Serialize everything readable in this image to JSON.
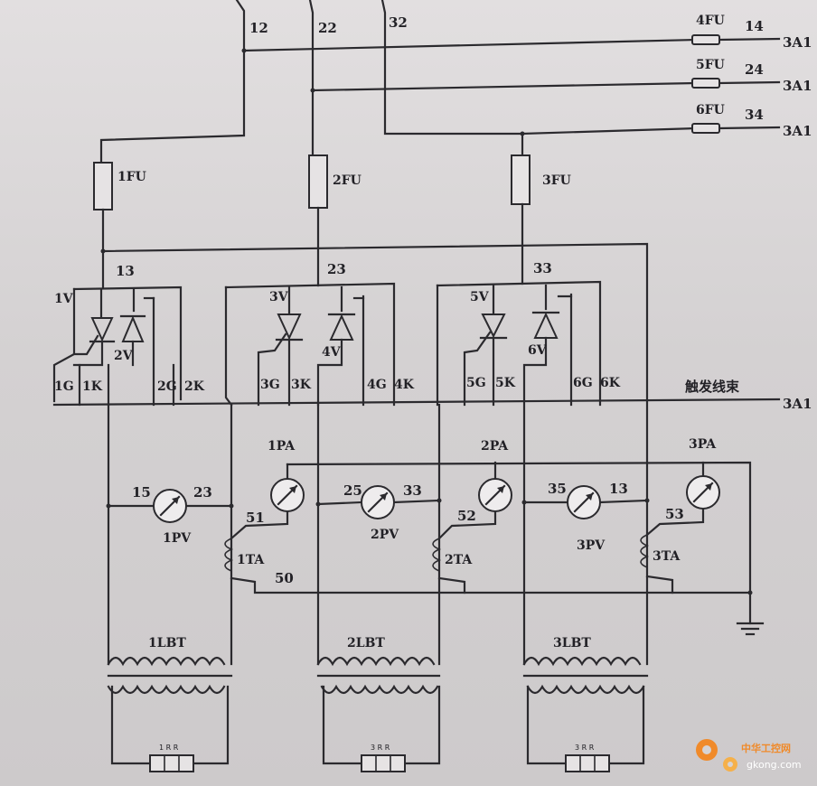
{
  "diagram": {
    "wire_numbers": {
      "w12": "12",
      "w22": "22",
      "w32": "32",
      "w14": "14",
      "w24": "24",
      "w34": "34",
      "w13a": "13",
      "w23a": "23",
      "w33": "33",
      "w15": "15",
      "w23b": "23",
      "w25": "25",
      "w33b": "33",
      "w35": "35",
      "w13b": "13",
      "w51": "51",
      "w52": "52",
      "w53": "53",
      "w50": "50"
    },
    "terminals": {
      "t1": "3A1",
      "t2": "3A1",
      "t3": "3A1",
      "t4": "3A1"
    },
    "fuses": [
      "1FU",
      "2FU",
      "3FU",
      "4FU",
      "5FU",
      "6FU"
    ],
    "thyristors": [
      "1V",
      "2V",
      "3V",
      "4V",
      "5V",
      "6V"
    ],
    "gate_labels": [
      "1G",
      "1K",
      "2G",
      "2K",
      "3G",
      "3K",
      "4G",
      "4K",
      "5G",
      "5K",
      "6G",
      "6K"
    ],
    "trigger_bundle": "触发线束",
    "voltmeters": [
      "1PV",
      "2PV",
      "3PV"
    ],
    "ammeters": [
      "1PA",
      "2PA",
      "3PA"
    ],
    "current_transformers": [
      "1TA",
      "2TA",
      "3TA"
    ],
    "transformers": [
      "1LBT",
      "2LBT",
      "3LBT"
    ],
    "heater_labels": [
      "1 R R",
      "3 R R",
      "3 R R"
    ],
    "watermark": {
      "line1": "中华工控网",
      "line2": "gkong.com"
    }
  }
}
